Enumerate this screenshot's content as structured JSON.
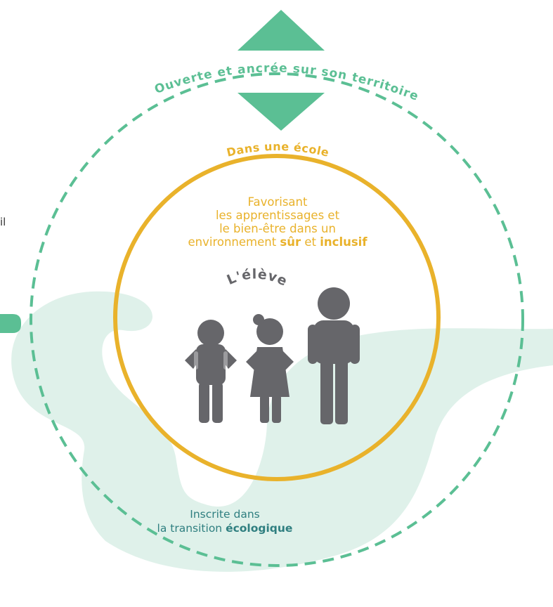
{
  "colors": {
    "green": "#5bbf94",
    "light_green": "#dff1ea",
    "yellow": "#e9b22b",
    "gray": "#66666a",
    "eco_text": "#2f7f80"
  },
  "edge_fragment": "il",
  "outer_circle": {
    "label": "Ouverte et ancrée sur son territoire"
  },
  "inner_circle": {
    "label": "Dans une école",
    "description": {
      "line1": "Favorisant",
      "line2": "les apprentissages et",
      "line3": "le bien-être dans un",
      "line4_prefix": "environnement ",
      "line4_bold1": "sûr",
      "line4_middle": " et ",
      "line4_bold2": "inclusif"
    }
  },
  "center": {
    "label": "L'élève",
    "figures": [
      "boy-figure",
      "girl-figure",
      "adult-figure"
    ]
  },
  "ecology": {
    "line1": "Inscrite dans",
    "line2_prefix": "la transition ",
    "line2_bold": "écologique"
  }
}
